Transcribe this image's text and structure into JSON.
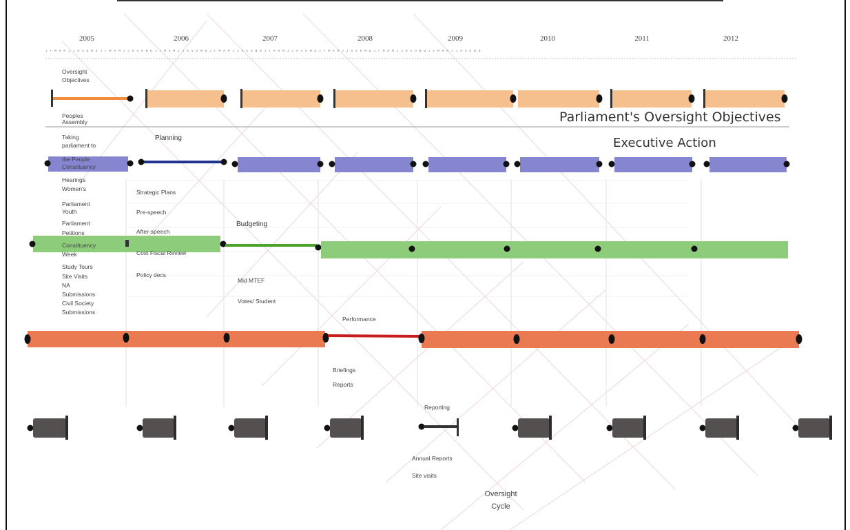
{
  "years": [
    "2005",
    "2006",
    "2007",
    "2008",
    "2009",
    "2010",
    "2011",
    "2012"
  ],
  "month_ticks": "J F M A M J J A S O N D  J F M A M J J A S O N D  J F M A M J J A S O N D  J F M A M J J A S O N D  J F M A M J J A S O N D  J F M A M J J A S O N D  J F M A M J J A S O N D  J F M A M J J A S O N D",
  "colors": {
    "objectives": "#f5c08e",
    "objectives_active": "#f28c3a",
    "executive": "#8585d0",
    "executive_active": "#22338f",
    "budgeting": "#8ccc7a",
    "budgeting_active": "#4ea52e",
    "performance": "#e97a52",
    "performance_active": "#c81e1e",
    "reporting": "#555050",
    "grid": "#d9d9d9",
    "diagonal": "#f0dcdc",
    "dot": "#111111"
  },
  "rows": {
    "objectives": {
      "title": "Parliament's Oversight Objectives",
      "labels": [
        "Oversight",
        "Objectives"
      ],
      "sublabels": [
        "Peoples",
        "Assembly"
      ]
    },
    "executive": {
      "title": "Executive Action",
      "phase": "Planning",
      "labels": [
        "Taking",
        "parliament to",
        "the People",
        "Constituency"
      ],
      "phase_items": [
        "Strategic Plans",
        "Pre-speech",
        "After-speech",
        "Cost Fiscal Review",
        "Policy decs"
      ]
    },
    "budgeting": {
      "phase": "Budgeting",
      "labels": [
        "Hearings",
        "Women's",
        "Parliament",
        "Youth",
        "Parliament",
        "Petitions",
        "Constituency",
        "Week",
        "Study Tours",
        "Site Visits",
        "NA",
        "Submissions",
        "Civil Society",
        "Submissions"
      ],
      "phase_items": [
        "Mid MTEF",
        "Votes/ Student"
      ]
    },
    "performance": {
      "phase": "Performance",
      "phase_items": [
        "Briefings",
        "Reports"
      ]
    },
    "reporting": {
      "phase": "Reporting",
      "phase_items": [
        "Annual Reports",
        "Site visits"
      ]
    }
  },
  "cycle_label": [
    "Oversight",
    "Cycle"
  ]
}
